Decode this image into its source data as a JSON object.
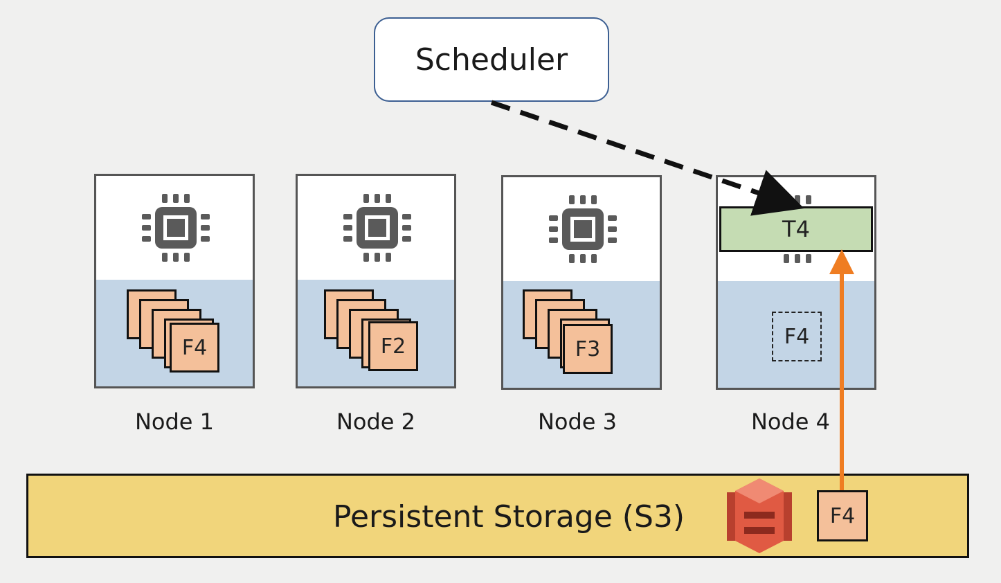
{
  "scheduler": {
    "label": "Scheduler"
  },
  "nodes": [
    {
      "label": "Node 1",
      "file_label": "F4"
    },
    {
      "label": "Node 2",
      "file_label": "F2"
    },
    {
      "label": "Node 3",
      "file_label": "F3"
    },
    {
      "label": "Node 4",
      "task_label": "T4",
      "ghost_file_label": "F4"
    }
  ],
  "storage": {
    "label": "Persistent Storage (S3)",
    "file_label": "F4",
    "icon": "aws-s3-icon"
  },
  "colors": {
    "scheduler_border": "#3c5f92",
    "memory": "#c3d5e6",
    "file": "#f4c09a",
    "task": "#c5dcb3",
    "storage": "#f1d57b",
    "fetch_arrow": "#ef7d22",
    "s3_icon": "#e05a43"
  }
}
